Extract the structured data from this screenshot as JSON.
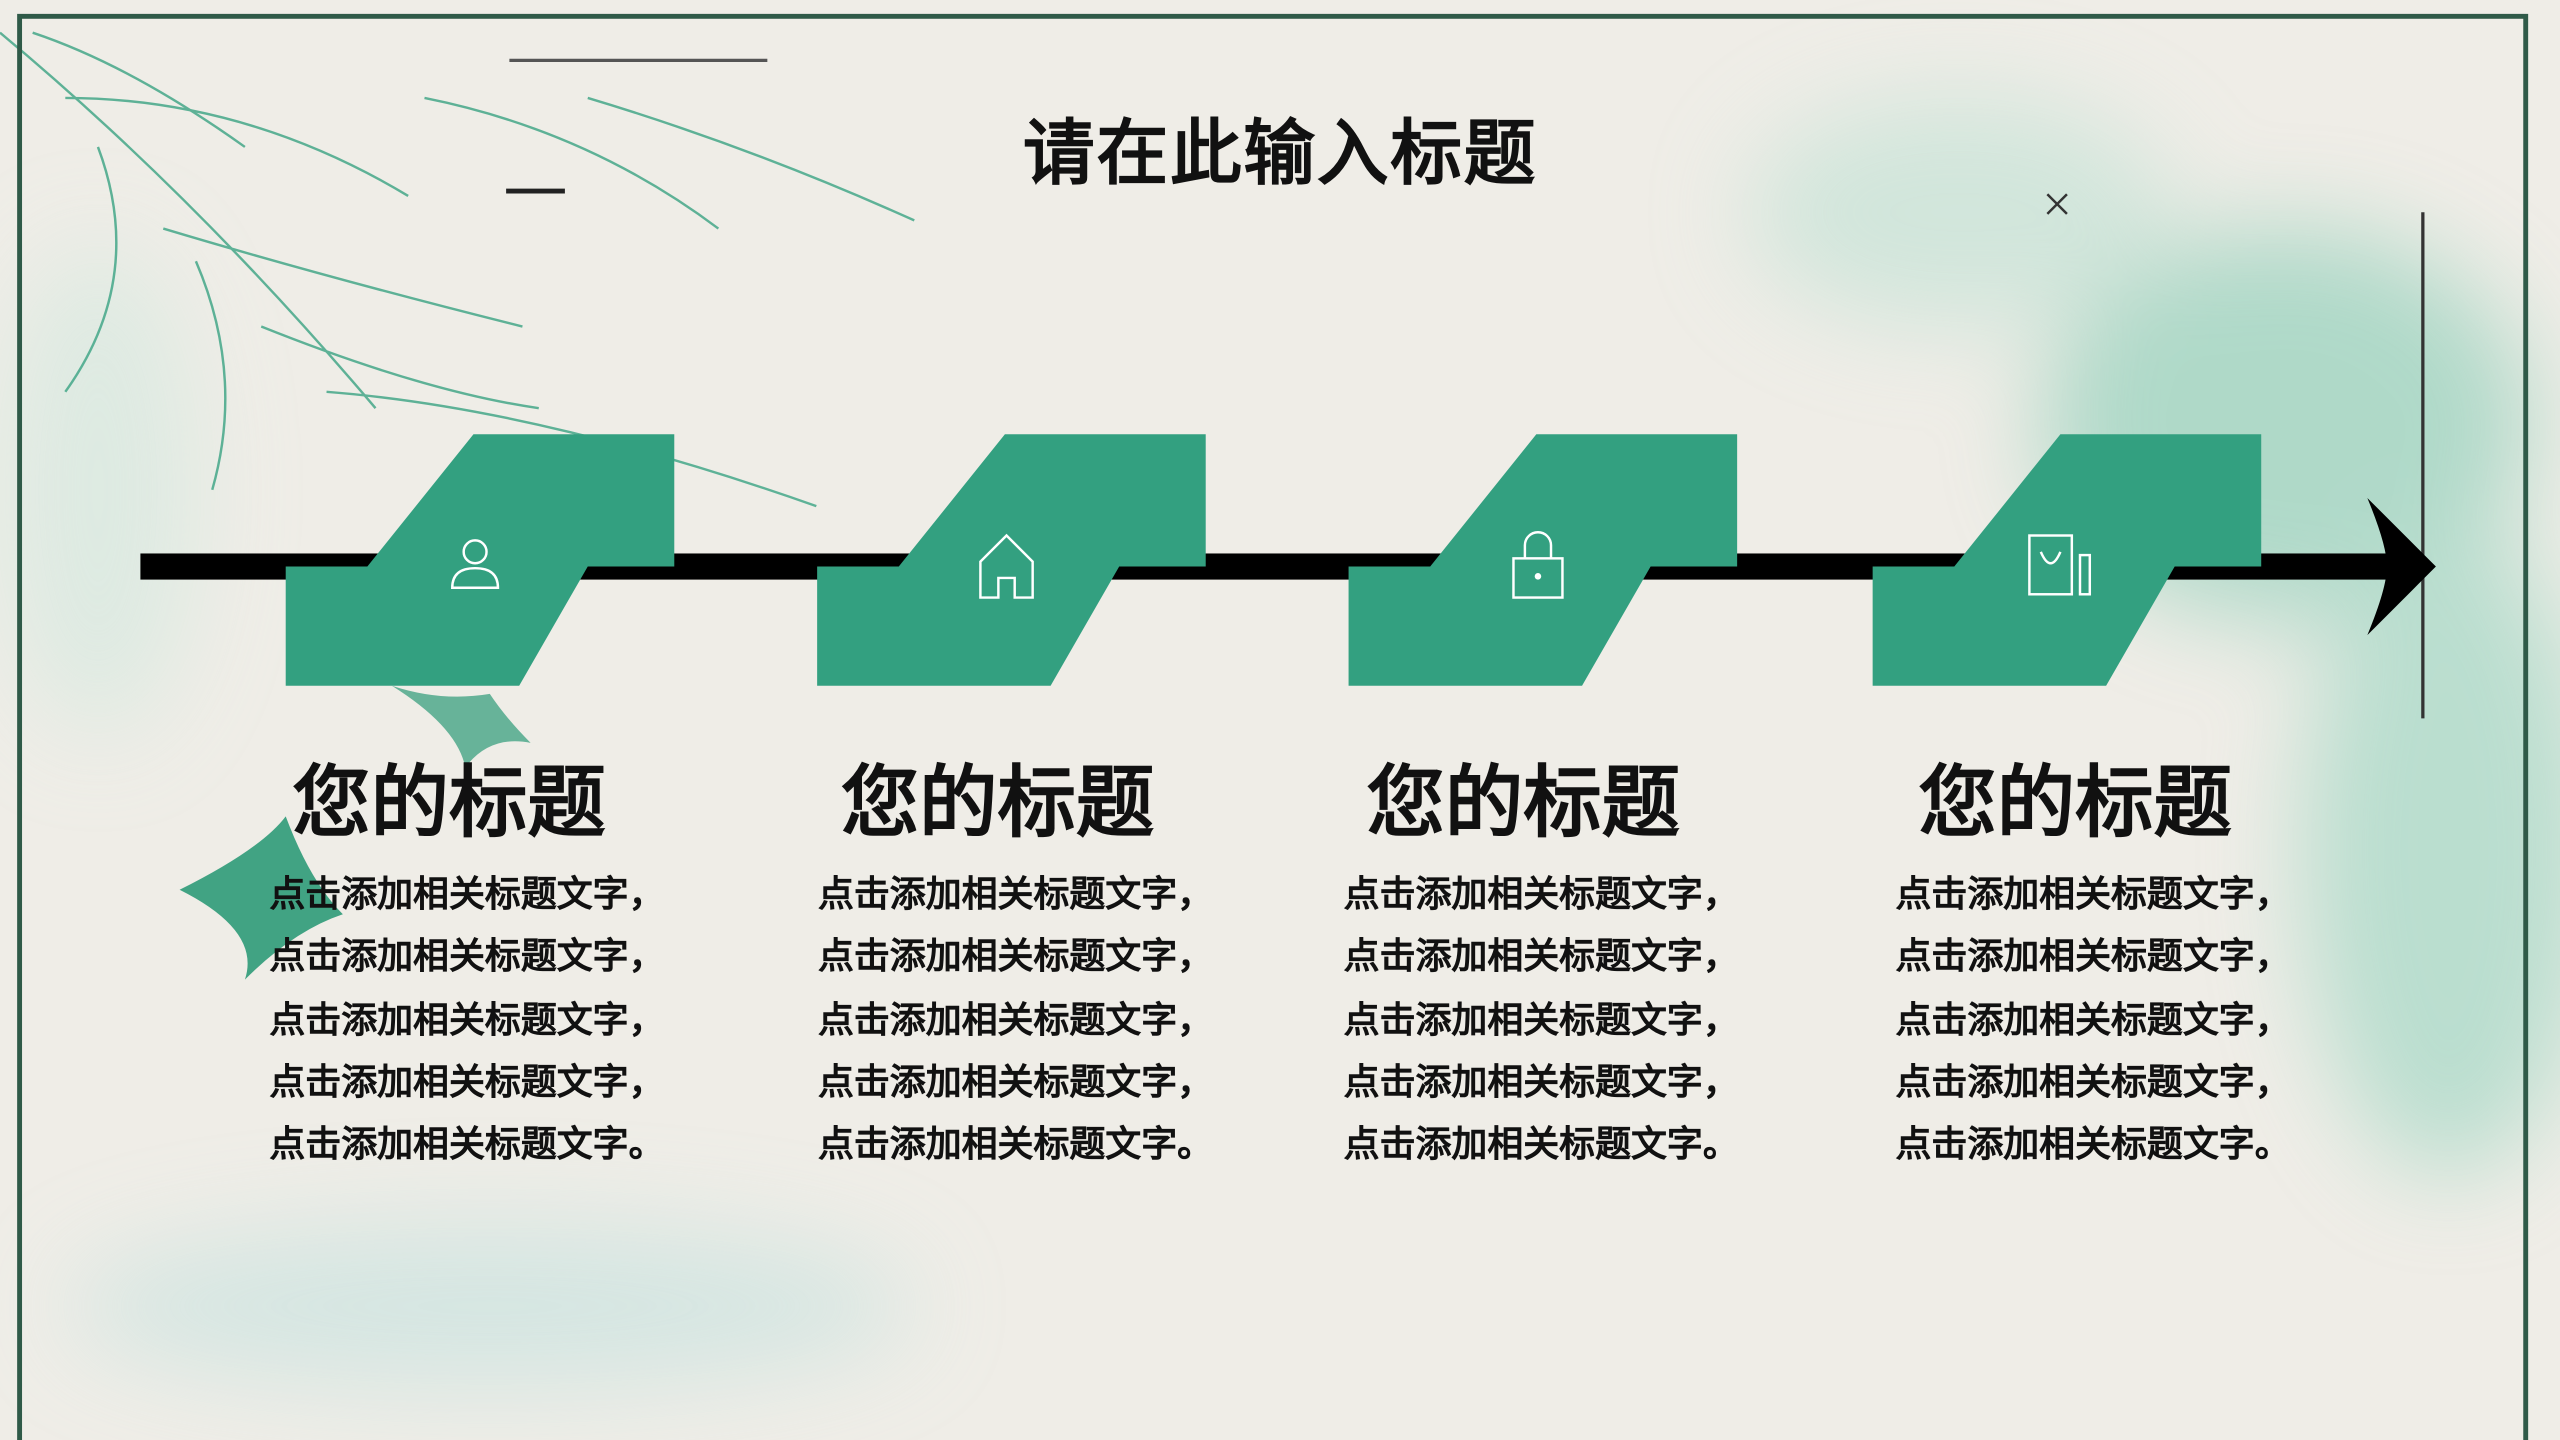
{
  "slide": {
    "title": "请在此输入标题",
    "colors": {
      "accent": "#33a080",
      "arrow": "#000000",
      "frame": "#2f5a48"
    },
    "steps": [
      {
        "icon": "user-icon",
        "heading": "您的标题",
        "lines": [
          "点击添加相关标题文字，",
          "点击添加相关标题文字，",
          "点击添加相关标题文字，",
          "点击添加相关标题文字，",
          "点击添加相关标题文字。"
        ]
      },
      {
        "icon": "home-icon",
        "heading": "您的标题",
        "lines": [
          "点击添加相关标题文字，",
          "点击添加相关标题文字，",
          "点击添加相关标题文字，",
          "点击添加相关标题文字，",
          "点击添加相关标题文字。"
        ]
      },
      {
        "icon": "lock-icon",
        "heading": "您的标题",
        "lines": [
          "点击添加相关标题文字，",
          "点击添加相关标题文字，",
          "点击添加相关标题文字，",
          "点击添加相关标题文字，",
          "点击添加相关标题文字。"
        ]
      },
      {
        "icon": "shopping-bag-icon",
        "heading": "您的标题",
        "lines": [
          "点击添加相关标题文字，",
          "点击添加相关标题文字，",
          "点击添加相关标题文字，",
          "点击添加相关标题文字，",
          "点击添加相关标题文字。"
        ]
      }
    ]
  }
}
